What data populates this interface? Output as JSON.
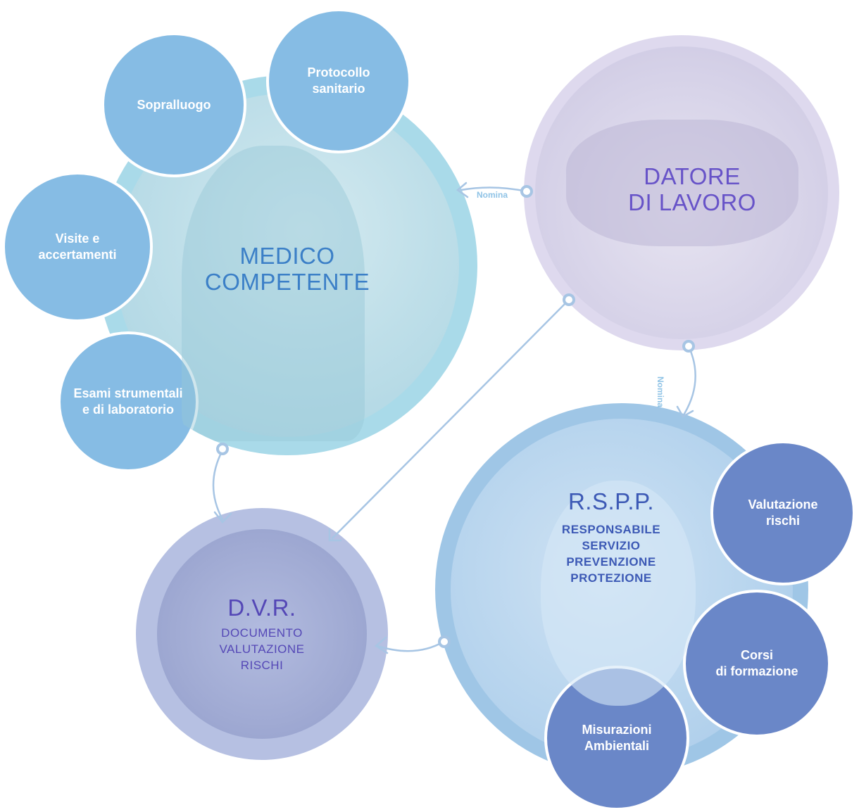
{
  "colors": {
    "medico_ring": "#a9dae9",
    "medico_fill": "#b8dde8",
    "datore_fill": "#dcd8ec",
    "datore_text": "#6753c8",
    "rspp_ring": "#9fc6e6",
    "rspp_fill": "#b3d3ee",
    "rspp_text": "#3c59b5",
    "dvr_ring": "#b5bfe0",
    "dvr_fill": "#9eaad2",
    "dvr_text": "#5447b6",
    "bubble_light": "#86bce4",
    "bubble_dark": "#6a87c8",
    "connector": "#a7c5e4",
    "medico_text": "#3b7fc7"
  },
  "nodes": {
    "medico": {
      "line1": "MEDICO",
      "line2": "COMPETENTE"
    },
    "datore": {
      "line1": "DATORE",
      "line2": "DI LAVORO"
    },
    "rspp": {
      "title": "R.S.P.P.",
      "sub1": "RESPONSABILE",
      "sub2": "SERVIZIO",
      "sub3": "PREVENZIONE",
      "sub4": "PROTEZIONE"
    },
    "dvr": {
      "title": "D.V.R.",
      "sub1": "DOCUMENTO",
      "sub2": "VALUTAZIONE",
      "sub3": "RISCHI"
    }
  },
  "bubbles": {
    "sopralluogo": "Sopralluogo",
    "protocollo_1": "Protocollo",
    "protocollo_2": "sanitario",
    "visite_1": "Visite e",
    "visite_2": "accertamenti",
    "esami_1": "Esami strumentali",
    "esami_2": "e di laboratorio",
    "valutazione_1": "Valutazione",
    "valutazione_2": "rischi",
    "corsi_1": "Corsi",
    "corsi_2": "di formazione",
    "misurazioni_1": "Misurazioni",
    "misurazioni_2": "Ambientali"
  },
  "edges": {
    "nomina_1": "Nomina",
    "nomina_2": "Nomina"
  }
}
